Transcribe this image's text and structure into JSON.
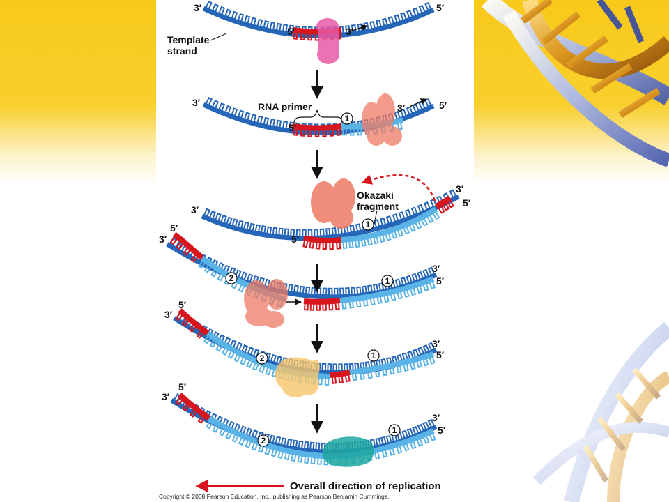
{
  "labels": {
    "template_strand": "Template\nstrand",
    "rna_primer": "RNA primer",
    "okazaki_fragment": "Okazaki\nfragment",
    "overall_direction": "Overall direction of replication",
    "five_prime": "5′",
    "three_prime": "3′",
    "num_one": "1",
    "num_two": "2"
  },
  "copyright": "Copyright © 2008 Pearson Education, Inc., publishing as Pearson Benjamin Cummings.",
  "colors": {
    "template_dark_blue": "#2566b8",
    "new_strand_light_blue": "#5ab3e6",
    "rna_primer_red": "#d8141c",
    "primase_pink": "#e85aa6",
    "dna_pol_iii_salmon": "#ef7a64",
    "dna_pol_i_yellow": "#f6c46a",
    "ligase_teal": "#1ea7a0",
    "arrow_red": "#d8141c",
    "background_yellow": "#f7c91a"
  }
}
